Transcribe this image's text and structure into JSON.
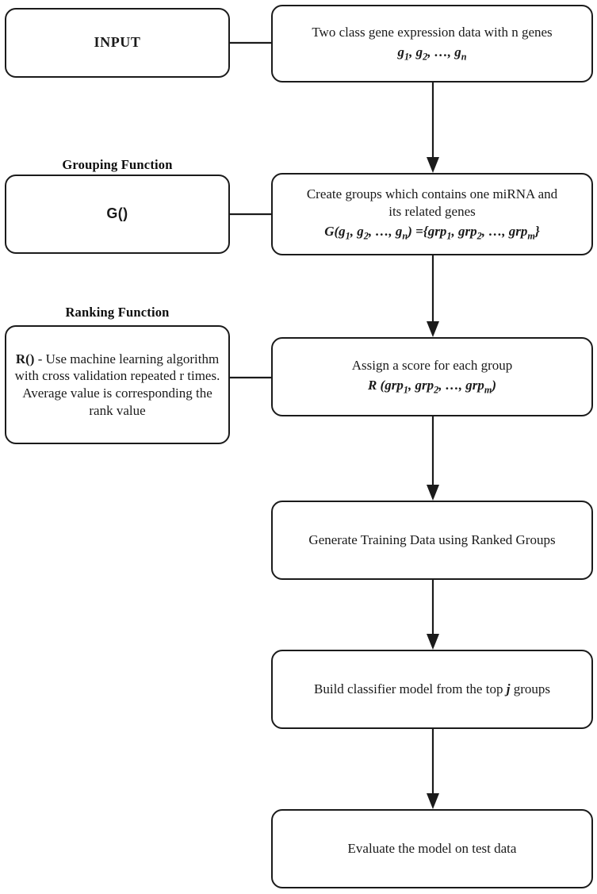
{
  "diagram": {
    "title": "Proposed method flowchart",
    "stroke_color": "#1b1b1b",
    "background_color": "#ffffff"
  },
  "captions": {
    "grouping": "Grouping Function",
    "ranking": "Ranking Function"
  },
  "nodes": {
    "input": {
      "label": "INPUT"
    },
    "two_class": {
      "line1": "Two class gene expression data with n genes",
      "line2_plain": "g1, g2, ..., gn"
    },
    "grouping_fn": {
      "label": "G()"
    },
    "create_groups": {
      "line1": "Create groups which contains one miRNA and",
      "line2": "its related genes",
      "line3_plain": "G(g1, g2, ..., gn) ={grp1, grp2, ..., grpm}"
    },
    "ranking_fn": {
      "label_bold": "R()",
      "label_rest": " - Use machine learning algorithm with cross validation repeated r times. Average value is corresponding the rank value"
    },
    "assign_score": {
      "line1": "Assign a score for each group",
      "line2_plain": "R (grp1, grp2, ..., grpm)"
    },
    "generate_training": {
      "label": "Generate Training Data using Ranked Groups"
    },
    "build_classifier": {
      "label_before": "Build classifier model from the top ",
      "label_var": "j",
      "label_after": " groups"
    },
    "evaluate": {
      "label": "Evaluate the model on test data"
    }
  },
  "connectors": [
    {
      "name": "input-to-two-class",
      "type": "plain-line",
      "orientation": "horizontal"
    },
    {
      "name": "two-class-to-create-groups",
      "type": "arrow",
      "orientation": "vertical"
    },
    {
      "name": "grouping-fn-to-create-groups",
      "type": "plain-line",
      "orientation": "horizontal"
    },
    {
      "name": "create-groups-to-assign-score",
      "type": "arrow",
      "orientation": "vertical"
    },
    {
      "name": "ranking-fn-to-assign-score",
      "type": "plain-line",
      "orientation": "horizontal"
    },
    {
      "name": "assign-score-to-generate",
      "type": "arrow",
      "orientation": "vertical"
    },
    {
      "name": "generate-to-build",
      "type": "arrow",
      "orientation": "vertical"
    },
    {
      "name": "build-to-evaluate",
      "type": "arrow",
      "orientation": "vertical"
    }
  ]
}
